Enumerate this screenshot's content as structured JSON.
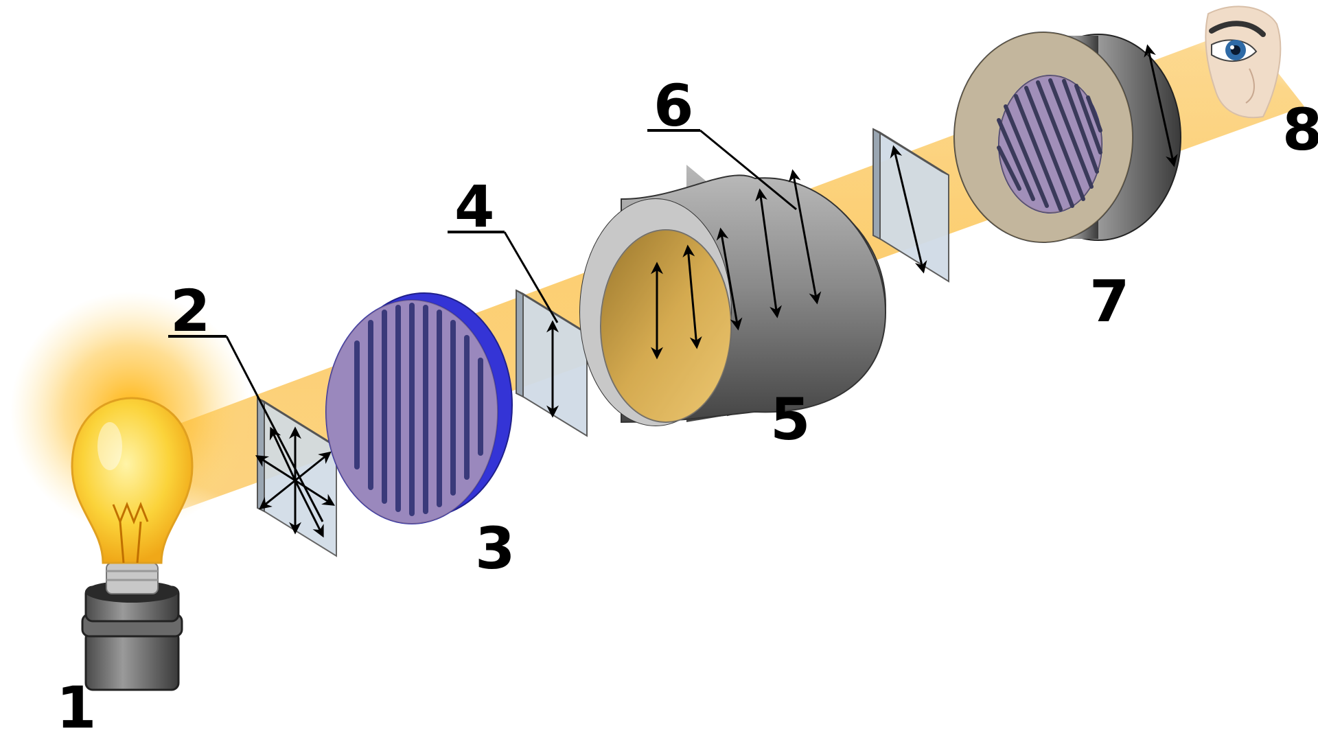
{
  "labels": {
    "lamp": "1",
    "first_polarizer": "2",
    "wave_plate_left": "3",
    "polarizer_left": "4",
    "sample_cylinder": "5",
    "polarization_arrows": "6",
    "wave_plate_right": "7",
    "observer": "8"
  },
  "colors": {
    "beam": "#fcc962",
    "bulb_glow": "#ffb000",
    "bulb": "#fbd33a",
    "plate_blue": "#6666ee",
    "plate_blue_dark": "#3434d6",
    "cylinder_gray": "#8a8a8a",
    "cylinder_inner": "#c8a14a",
    "glass_plate": "#d0dbe6",
    "eye_iris": "#2e6aa6"
  },
  "icons": {
    "lamp": "light-bulb-icon",
    "observer": "eye-icon"
  }
}
